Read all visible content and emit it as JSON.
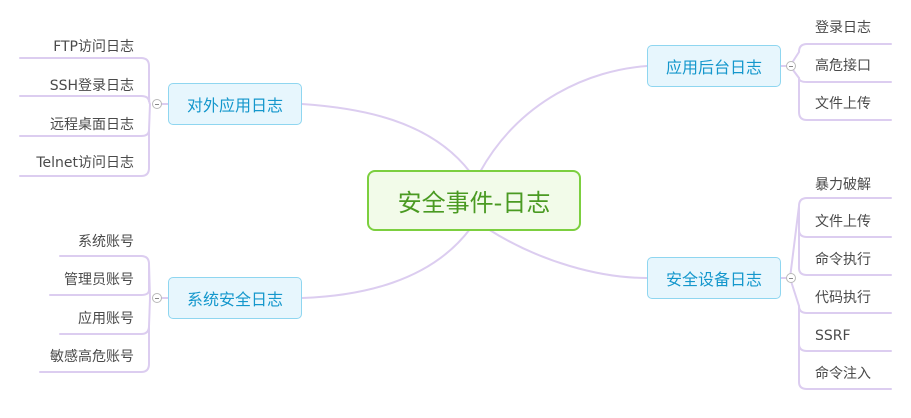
{
  "central": "安全事件-日志",
  "branches": [
    {
      "title": "对外应用日志",
      "children": [
        "FTP访问日志",
        "SSH登录日志",
        "远程桌面日志",
        "Telnet访问日志"
      ]
    },
    {
      "title": "系统安全日志",
      "children": [
        "系统账号",
        "管理员账号",
        "应用账号",
        "敏感高危账号"
      ]
    },
    {
      "title": "应用后台日志",
      "children": [
        "登录日志",
        "高危接口",
        "文件上传"
      ]
    },
    {
      "title": "安全设备日志",
      "children": [
        "暴力破解",
        "文件上传",
        "命令执行",
        "代码执行",
        "SSRF",
        "命令注入"
      ]
    }
  ],
  "colors": {
    "central_border": "#7ccf3f",
    "central_text": "#4a9a22",
    "main_border": "#8fd6f0",
    "main_fill": "#e7f6fd",
    "main_text": "#1497cc",
    "connector": "#dccdf0"
  }
}
